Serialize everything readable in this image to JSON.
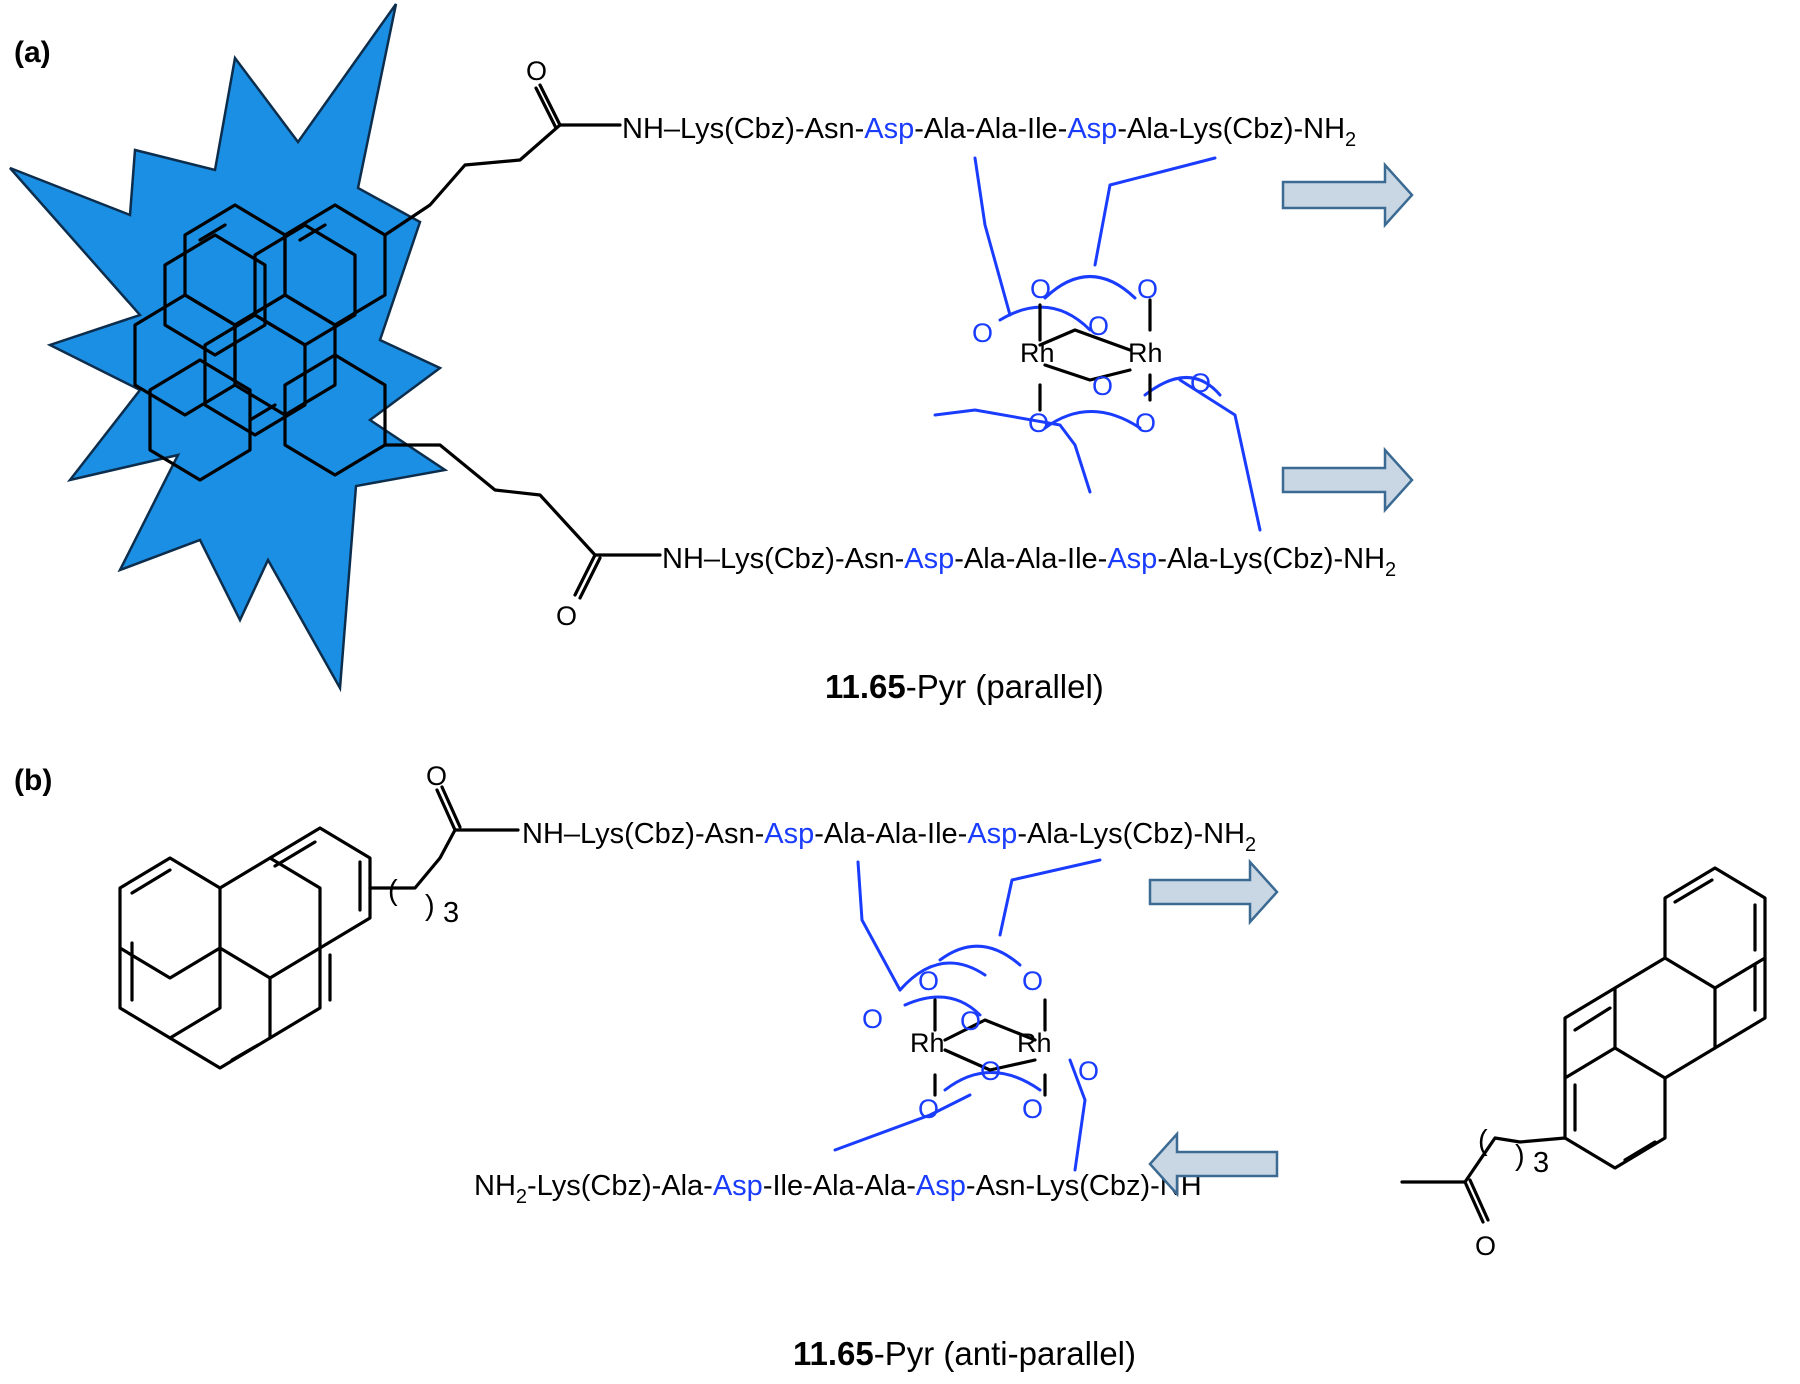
{
  "panels": {
    "a": {
      "label": "(a)",
      "top_sequence": [
        {
          "t": "NH–Lys(Cbz)-Asn-",
          "h": false
        },
        {
          "t": "Asp",
          "h": true
        },
        {
          "t": "-Ala-Ala-Ile-",
          "h": false
        },
        {
          "t": "Asp",
          "h": true
        },
        {
          "t": "-Ala-Lys(Cbz)-NH",
          "h": false
        }
      ],
      "bottom_sequence": [
        {
          "t": "NH–Lys(Cbz)-Asn-",
          "h": false
        },
        {
          "t": "Asp",
          "h": true
        },
        {
          "t": "-Ala-Ala-Ile-",
          "h": false
        },
        {
          "t": "Asp",
          "h": true
        },
        {
          "t": "-Ala-Lys(Cbz)-NH",
          "h": false
        }
      ],
      "caption_bold": "11.65",
      "caption_rest": "-Pyr (parallel)"
    },
    "b": {
      "label": "(b)",
      "top_sequence": [
        {
          "t": "NH–Lys(Cbz)-Asn-",
          "h": false
        },
        {
          "t": "Asp",
          "h": true
        },
        {
          "t": "-Ala-Ala-Ile-",
          "h": false
        },
        {
          "t": "Asp",
          "h": true
        },
        {
          "t": "-Ala-Lys(Cbz)-NH",
          "h": false
        }
      ],
      "bottom_sequence": [
        {
          "t": "NH",
          "h": false
        },
        {
          "t": "-Lys(Cbz)-Ala-",
          "h": false
        },
        {
          "t": "Asp",
          "h": true
        },
        {
          "t": "-Ile-Ala-Ala-",
          "h": false
        },
        {
          "t": "Asp",
          "h": true
        },
        {
          "t": "-Asn-Lys(Cbz)-NH",
          "h": false
        }
      ],
      "caption_bold": "11.65",
      "caption_rest": "-Pyr (anti-parallel)"
    }
  },
  "atoms": {
    "oxygen": "O",
    "rhodium": "Rh",
    "subscript_two": "2",
    "subscript_three": "3",
    "paren_open": "(",
    "paren_close": ")"
  },
  "colors": {
    "highlight_blue": "#1a3cff",
    "star_fill": "#1a8fe3",
    "arrow_fill": "#c9d6e3",
    "arrow_stroke": "#3b6a93"
  }
}
